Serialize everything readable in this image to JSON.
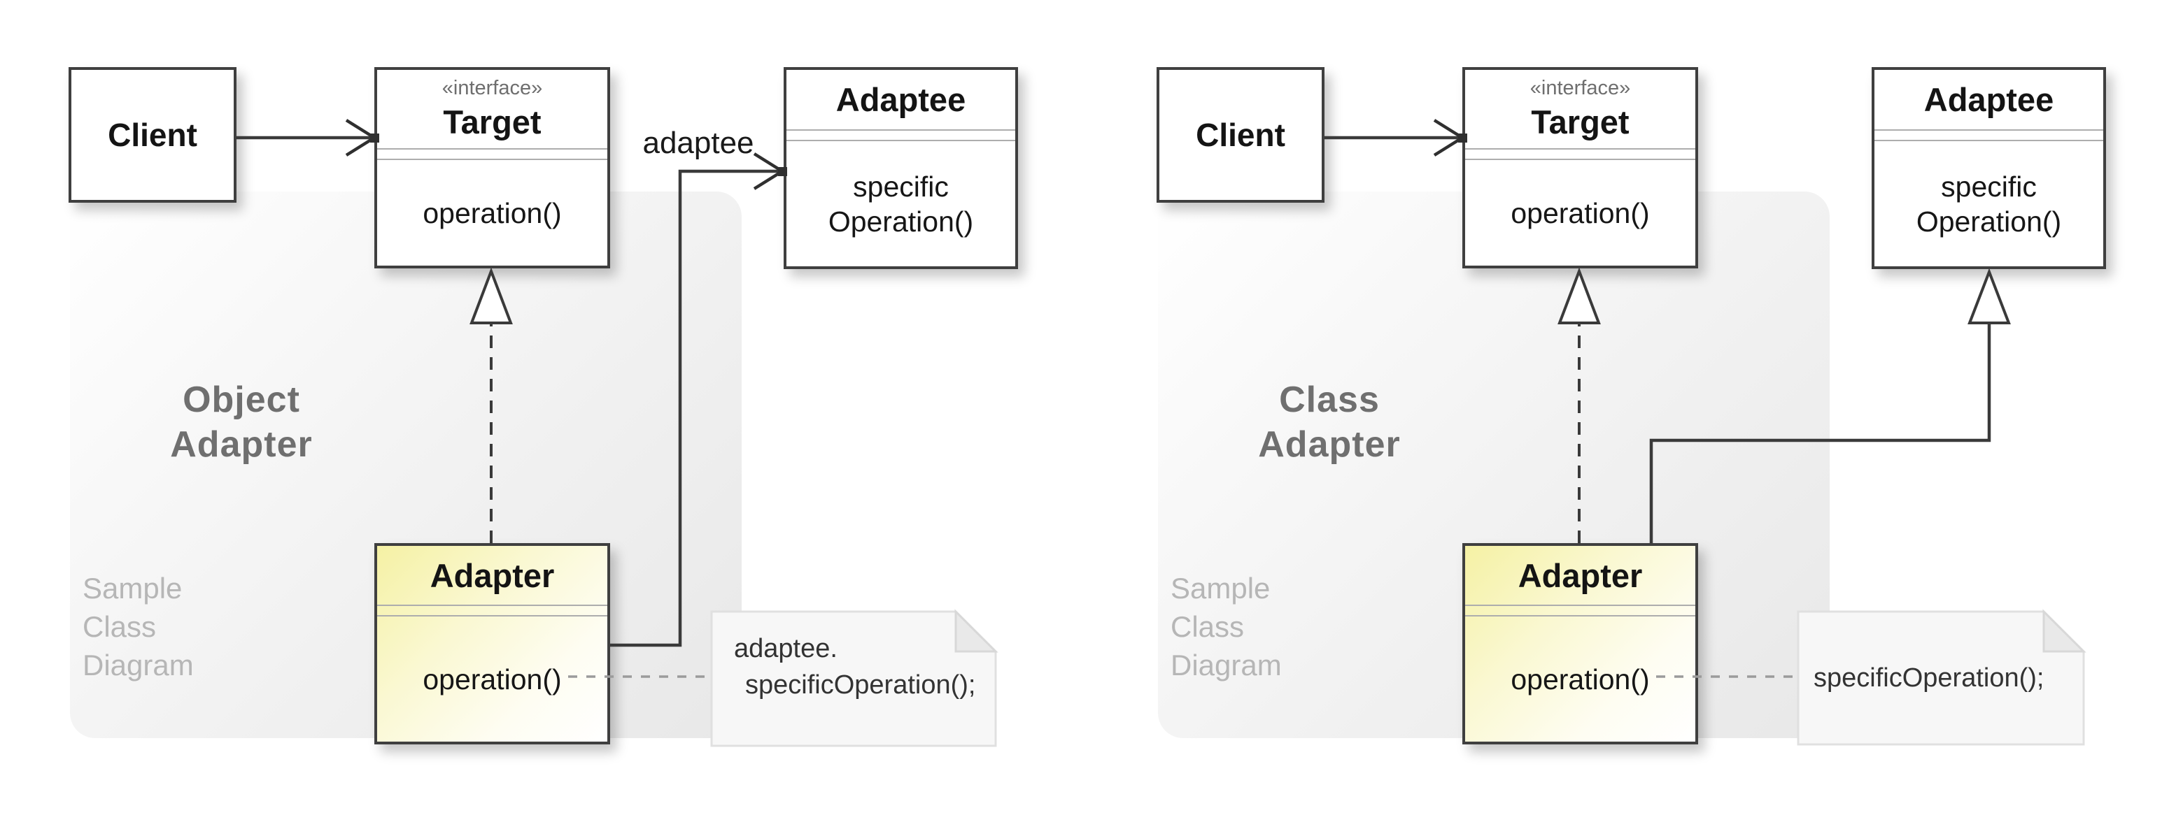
{
  "panels": [
    {
      "id": "object-adapter",
      "watermark": {
        "line1": "Object",
        "line2": "Adapter"
      },
      "caption": {
        "line1": "Sample",
        "line2": "Class",
        "line3": "Diagram"
      },
      "client": {
        "name": "Client"
      },
      "target": {
        "stereotype": "«interface»",
        "name": "Target",
        "operation": "operation()"
      },
      "adaptee": {
        "name": "Adaptee",
        "operation_line1": "specific",
        "operation_line2": "Operation()"
      },
      "adapter": {
        "name": "Adapter",
        "operation": "operation()"
      },
      "association_label": "adaptee",
      "note": {
        "line1": "adaptee.",
        "line2": "specificOperation();"
      }
    },
    {
      "id": "class-adapter",
      "watermark": {
        "line1": "Class",
        "line2": "Adapter"
      },
      "caption": {
        "line1": "Sample",
        "line2": "Class",
        "line3": "Diagram"
      },
      "client": {
        "name": "Client"
      },
      "target": {
        "stereotype": "«interface»",
        "name": "Target",
        "operation": "operation()"
      },
      "adaptee": {
        "name": "Adaptee",
        "operation_line1": "specific",
        "operation_line2": "Operation()"
      },
      "adapter": {
        "name": "Adapter",
        "operation": "operation()"
      },
      "note": {
        "line1": "specificOperation();"
      }
    }
  ],
  "colors": {
    "adapter_fill": "#f5f1a4",
    "panel_gray": "#efefef",
    "line": "#3a3a3a",
    "note_fill": "#f7f7f7",
    "watermark_text": "#6f6f6f",
    "caption_text": "#b6b6b6",
    "divider_gray": "#adadad"
  }
}
